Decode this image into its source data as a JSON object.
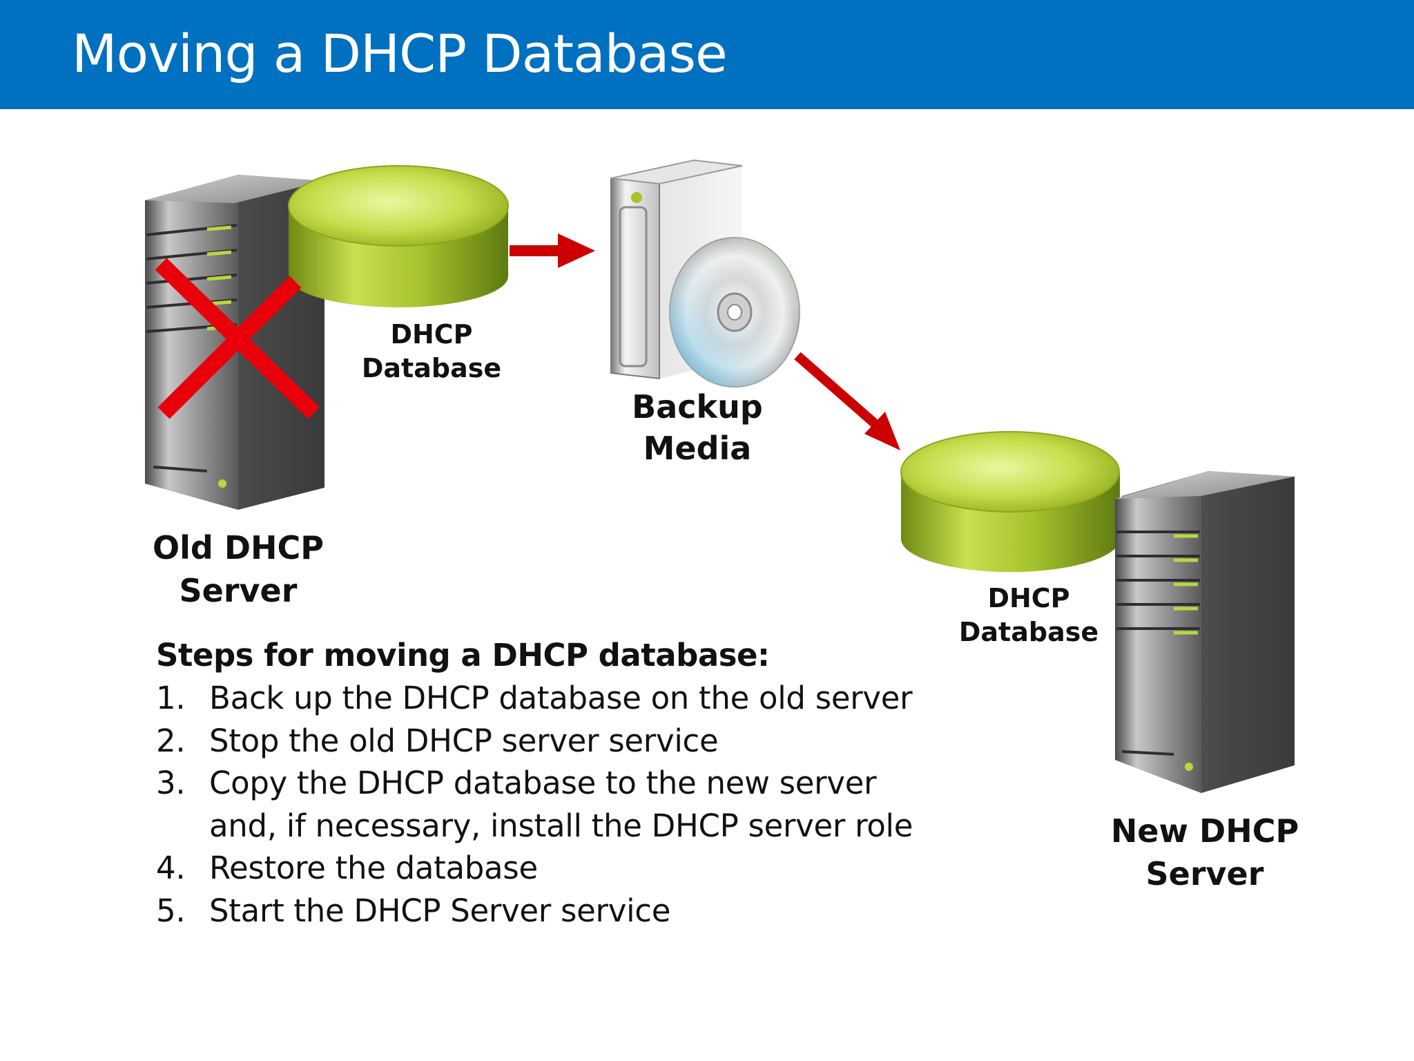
{
  "header": {
    "title": "Moving a DHCP Database"
  },
  "diagram": {
    "old_db_label": [
      "DHCP",
      "Database"
    ],
    "backup_label": [
      "Backup",
      "Media"
    ],
    "new_db_label": [
      "DHCP",
      "Database"
    ],
    "old_server_label": [
      "Old DHCP",
      "Server"
    ],
    "new_server_label": [
      "New DHCP",
      "Server"
    ]
  },
  "steps": {
    "heading": "Steps for moving a DHCP database:",
    "items": [
      {
        "num": "1.",
        "lines": [
          "Back up the DHCP database on the old server"
        ]
      },
      {
        "num": "2.",
        "lines": [
          "Stop the old DHCP server service"
        ]
      },
      {
        "num": "3.",
        "lines": [
          "Copy the DHCP database to the new server",
          "and, if necessary, install the DHCP server role"
        ]
      },
      {
        "num": "4.",
        "lines": [
          "Restore the database"
        ]
      },
      {
        "num": "5.",
        "lines": [
          "Start the DHCP Server service"
        ]
      }
    ]
  },
  "colors": {
    "header_bg": "#0070c0",
    "arrow": "#cc0000",
    "cross": "#e8000b",
    "database": "#a8c832"
  },
  "icons": [
    "server-tower-icon",
    "database-cylinder-icon",
    "backup-drive-icon",
    "optical-disc-icon",
    "red-cross-icon",
    "arrow-icon"
  ]
}
